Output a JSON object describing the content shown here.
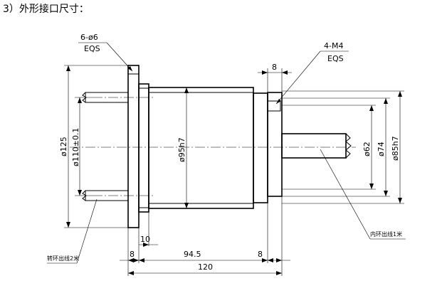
{
  "heading": "3）外形接口尺寸：",
  "callouts": {
    "holes_left": "6-ø6",
    "holes_left_sub": "EQS",
    "holes_right": "4-M4",
    "holes_right_sub": "EQS"
  },
  "dimensions": {
    "d125": "ø125",
    "d110": "ø110±0.1",
    "d95": "ø95h7",
    "d62": "ø62",
    "d74": "ø74",
    "d85": "ø85h7",
    "top8": "8",
    "b8_left": "8",
    "b10": "10",
    "b94_5": "94.5",
    "b8_right": "8",
    "b120": "120"
  },
  "notes": {
    "left_leader": "转环出线2米",
    "right_leader": "内环出线1米"
  }
}
